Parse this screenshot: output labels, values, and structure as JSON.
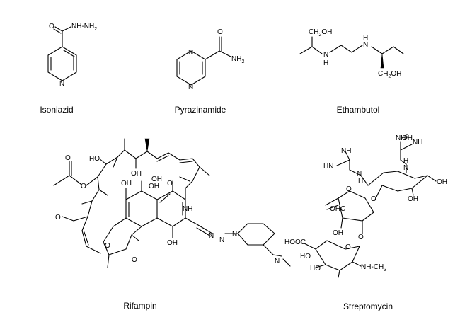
{
  "molecules": [
    {
      "name": "Isoniazid",
      "labels": [
        "NH-NH",
        "2",
        "O",
        "N"
      ]
    },
    {
      "name": "Pyrazinamide",
      "labels": [
        "O",
        "NH",
        "2",
        "N",
        "N"
      ]
    },
    {
      "name": "Ethambutol",
      "labels": [
        "CH",
        "2",
        "OH",
        "N",
        "H",
        "N",
        "H",
        "CH",
        "2",
        "OH"
      ]
    },
    {
      "name": "Rifampin",
      "labels": [
        "HO",
        "OH",
        "O",
        "OH",
        "OH",
        "O",
        "NH",
        "O",
        "O",
        "O",
        "O",
        "OH",
        "OH",
        "N",
        "N",
        "N",
        "N"
      ]
    },
    {
      "name": "Streptomycin",
      "labels": [
        "NH",
        "2",
        "HN",
        "N",
        "H",
        "H",
        "N",
        "H",
        "N",
        "NH",
        "OH",
        "OH",
        "O",
        "OHC",
        "O",
        "OH",
        "O",
        "HOOC",
        "O",
        "HO",
        "HO",
        "NH-CH",
        "3"
      ]
    }
  ]
}
